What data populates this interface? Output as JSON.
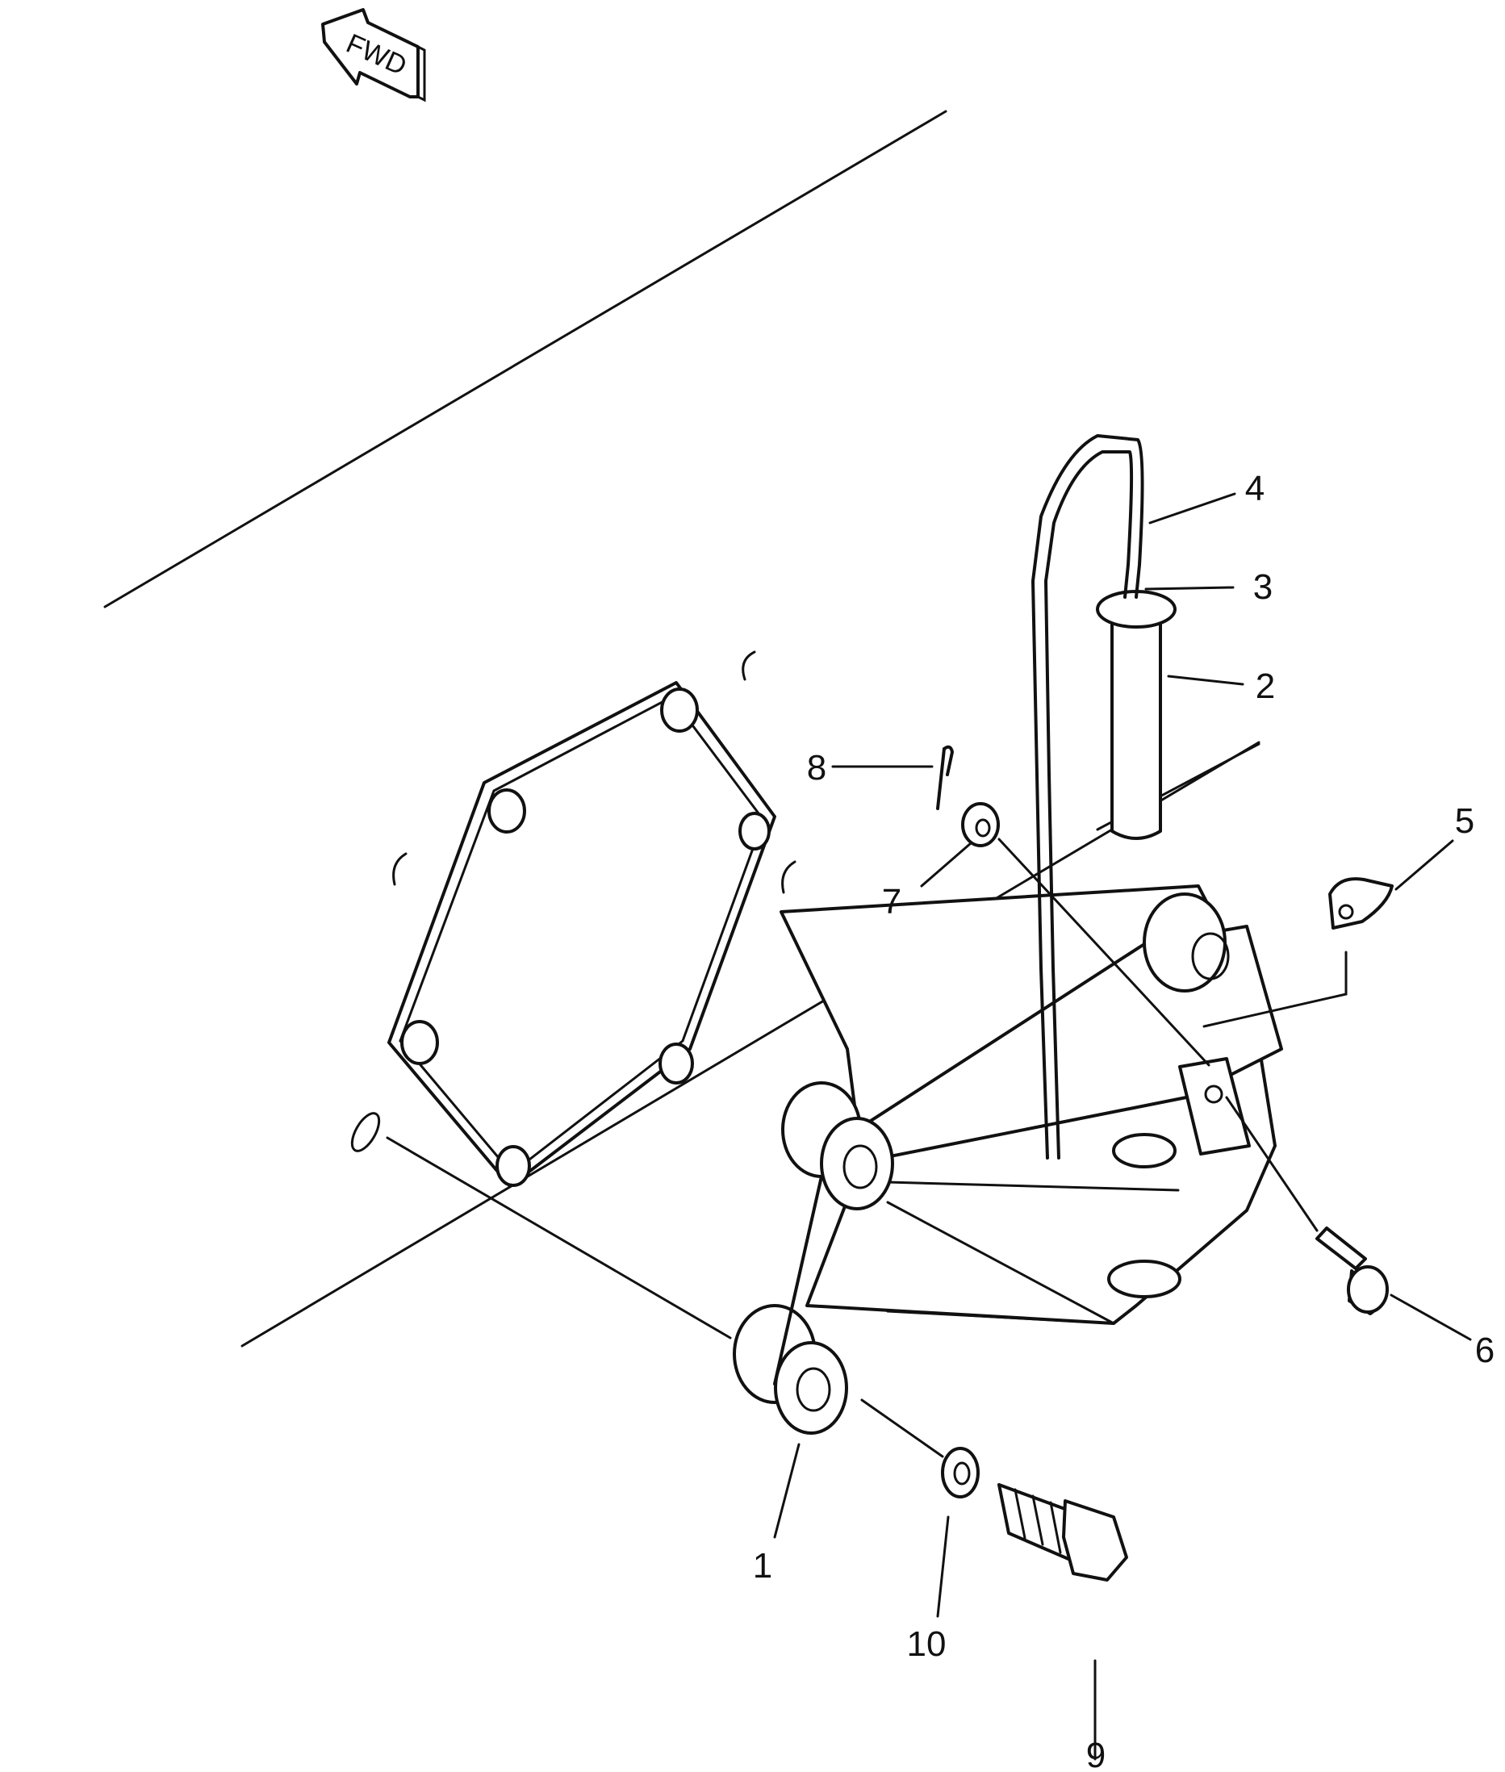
{
  "fwd_label": "FWD",
  "callouts": [
    {
      "id": "1",
      "label": "1"
    },
    {
      "id": "2",
      "label": "2"
    },
    {
      "id": "3",
      "label": "3"
    },
    {
      "id": "4",
      "label": "4"
    },
    {
      "id": "5",
      "label": "5"
    },
    {
      "id": "6",
      "label": "6"
    },
    {
      "id": "7",
      "label": "7"
    },
    {
      "id": "8",
      "label": "8"
    },
    {
      "id": "9",
      "label": "9"
    },
    {
      "id": "10",
      "label": "10"
    }
  ],
  "colors": {
    "line": "#111111",
    "background": "#ffffff"
  }
}
